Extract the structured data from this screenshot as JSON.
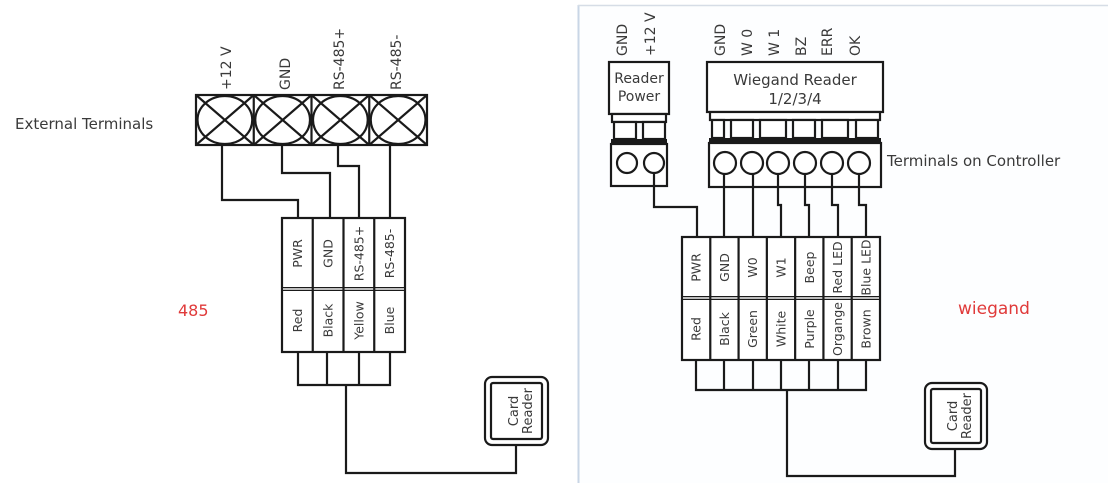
{
  "left_panel": {
    "block_label": "External Terminals",
    "terminal_labels": [
      "+12 V",
      "GND",
      "RS-485+",
      "RS-485-"
    ],
    "connector": {
      "signals": [
        "PWR",
        "GND",
        "RS-485+",
        "RS-485-"
      ],
      "wire_colors": [
        "Red",
        "Black",
        "Yellow",
        "Blue"
      ]
    },
    "protocol_label": "485",
    "card_reader_label": [
      "Card",
      "Reader"
    ]
  },
  "right_panel": {
    "power_block": {
      "title": [
        "Reader",
        "Power"
      ],
      "pin_labels": [
        "GND",
        "+12 V"
      ]
    },
    "wiegand_block": {
      "title": [
        "Wiegand Reader",
        "1/2/3/4"
      ],
      "pin_labels": [
        "GND",
        "W 0",
        "W 1",
        "BZ",
        "ERR",
        "OK"
      ]
    },
    "terminals_label": "Terminals on Controller",
    "connector": {
      "signals": [
        "PWR",
        "GND",
        "W0",
        "W1",
        "Beep",
        "Red LED",
        "Blue LED"
      ],
      "wire_colors": [
        "Red",
        "Black",
        "Green",
        "White",
        "Purple",
        "Organge",
        "Brown"
      ]
    },
    "protocol_label": "wiegand",
    "card_reader_label": [
      "Card",
      "Reader"
    ]
  },
  "colors": {
    "line": "#1a1a1a",
    "text": "#3a3a3a",
    "protocol_label": "#e03a3a",
    "panel_border": "#c9d6e6"
  }
}
